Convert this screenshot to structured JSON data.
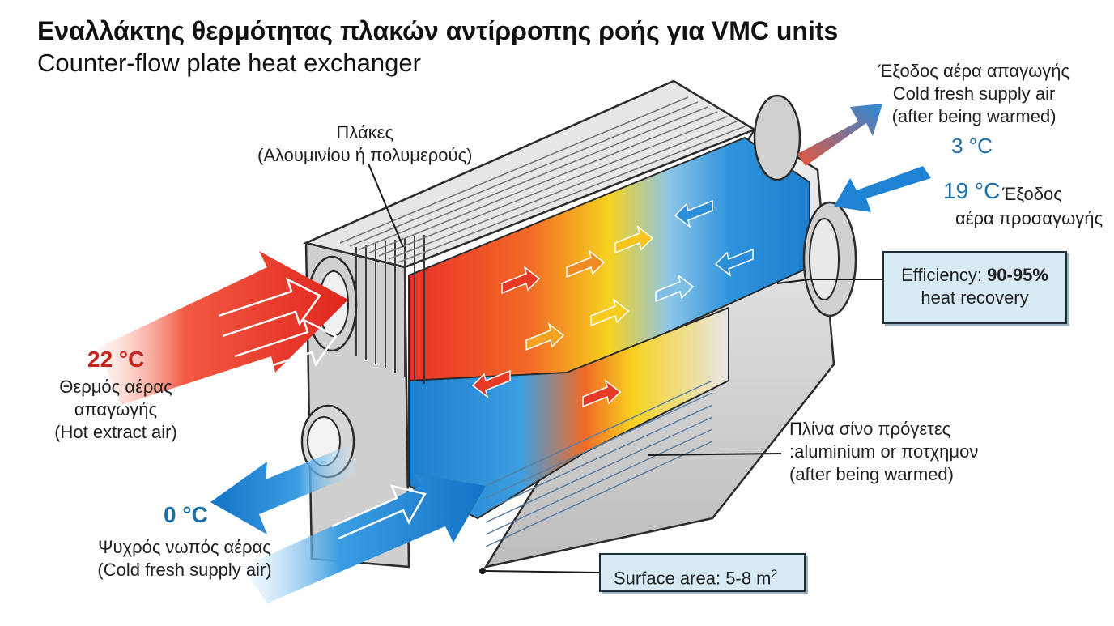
{
  "title": "Εναλλάκτης θερμότητας πλακών αντίρροπης ροής για VMC units",
  "subtitle": "Counter-flow plate heat exchanger",
  "plates_label": {
    "line1": "Πλάκες",
    "line2": "(Αλουμινίου ή πολυμερούς)"
  },
  "top_right_outlet": {
    "line1": "Έξοδος αέρα απαγωγής",
    "line2": "Cold fresh supply air",
    "line3": "(after being warmed)",
    "temp": "3 °C"
  },
  "right_inlet": {
    "temp": "19 °C",
    "line1": "Έξοδος",
    "line2": "αέρα προσαγωγής"
  },
  "efficiency_box": {
    "prefix": "Efficiency: ",
    "value": "90-95%",
    "line2": "heat recovery"
  },
  "hot_extract": {
    "temp": "22 °C",
    "line1": "Θερμός αέρας",
    "line2": "απαγωγής",
    "line3": "(Hot extract air)"
  },
  "cold_supply": {
    "temp": "0 °C",
    "line1": "Ψυχρός νωπός αέρας",
    "line2": "(Cold fresh supply air)"
  },
  "material_label": {
    "line1": "Πλίνα σίνο πρόγετες",
    "line2": ":aluminium or ποτχημον",
    "line3": "(after being warmed)"
  },
  "surface_box": {
    "text": "Surface area: 5-8 m",
    "sup": "2"
  },
  "colors": {
    "hot": "#e3322a",
    "cold": "#1b86d6",
    "warm_mid": "#f5d51d",
    "housing": "#d9d9d9",
    "callout_fill": "#d8ebf5"
  }
}
